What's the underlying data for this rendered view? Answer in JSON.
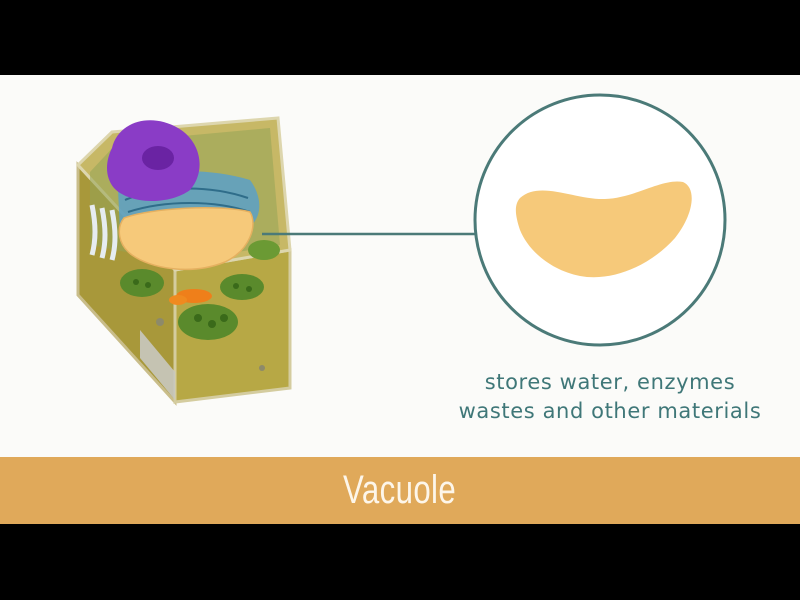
{
  "caption": {
    "line1": "stores water, enzymes",
    "line2": "wastes and other materials"
  },
  "banner": {
    "title": "Vacuole"
  },
  "colors": {
    "band": "#e0a95a",
    "caption_text": "#3f7778",
    "circle_stroke": "#4b7a78",
    "vacuole_fill": "#f6c97a",
    "nucleus": "#8a3cc6",
    "cell_wall": "#a89a3c",
    "chloroplast": "#5a8a2c"
  },
  "icons": [
    "plant-cell-illustration",
    "vacuole-zoom-icon"
  ]
}
